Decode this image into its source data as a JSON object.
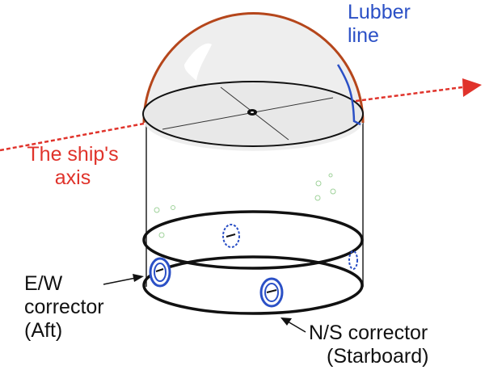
{
  "labels": {
    "lubber": [
      "Lubber",
      "line"
    ],
    "ship_axis": [
      "The ship's",
      "axis"
    ],
    "ew": [
      "E/W",
      "corrector",
      "(Aft)"
    ],
    "ns": [
      "N/S corrector",
      "(Starboard)"
    ]
  },
  "colors": {
    "axis": "#e0332b",
    "lubber": "#2b50c6",
    "dome_rim": "#b5461b",
    "magnets": "#2b50c6",
    "bubbles": "#9fd29a"
  }
}
